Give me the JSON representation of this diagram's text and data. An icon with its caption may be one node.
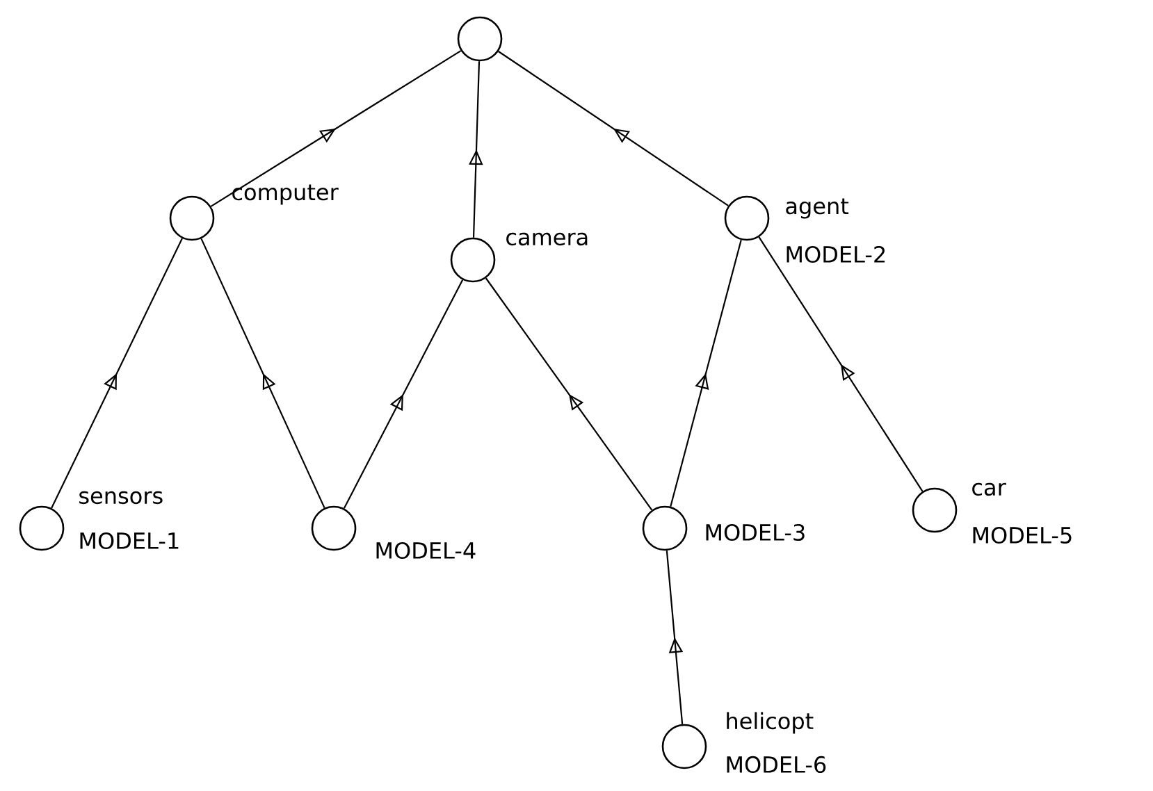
{
  "diagram": {
    "nodes": [
      {
        "text": [],
        "shape": "circle"
      },
      {
        "text": [],
        "shape": "circle",
        "beside": [
          "computer"
        ]
      },
      {
        "text": [],
        "shape": "circle",
        "beside": [
          "camera"
        ]
      },
      {
        "text": [],
        "shape": "circle",
        "beside": [
          "agent",
          "MODEL-2"
        ]
      },
      {
        "text": [],
        "shape": "circle",
        "beside": [
          "sensors",
          "MODEL-1"
        ]
      },
      {
        "text": [],
        "shape": "circle",
        "beside": [
          "MODEL-4"
        ]
      },
      {
        "text": [],
        "shape": "circle",
        "beside": [
          "MODEL-3"
        ]
      },
      {
        "text": [],
        "shape": "circle",
        "beside": [
          "car",
          "MODEL-5"
        ]
      },
      {
        "text": [],
        "shape": "circle",
        "beside": [
          "helicopt",
          "MODEL-6"
        ]
      }
    ],
    "edges": [
      {
        "from": 1,
        "to": 0,
        "arrow": "to"
      },
      {
        "from": 2,
        "to": 0,
        "arrow": "to"
      },
      {
        "from": 3,
        "to": 0,
        "arrow": "to"
      },
      {
        "from": 4,
        "to": 1,
        "arrow": "to"
      },
      {
        "from": 5,
        "to": 1,
        "arrow": "to"
      },
      {
        "from": 5,
        "to": 2,
        "arrow": "to"
      },
      {
        "from": 6,
        "to": 2,
        "arrow": "to"
      },
      {
        "from": 6,
        "to": 3,
        "arrow": "to"
      },
      {
        "from": 7,
        "to": 3,
        "arrow": "to"
      },
      {
        "from": 8,
        "to": 6,
        "arrow": "to"
      }
    ]
  }
}
